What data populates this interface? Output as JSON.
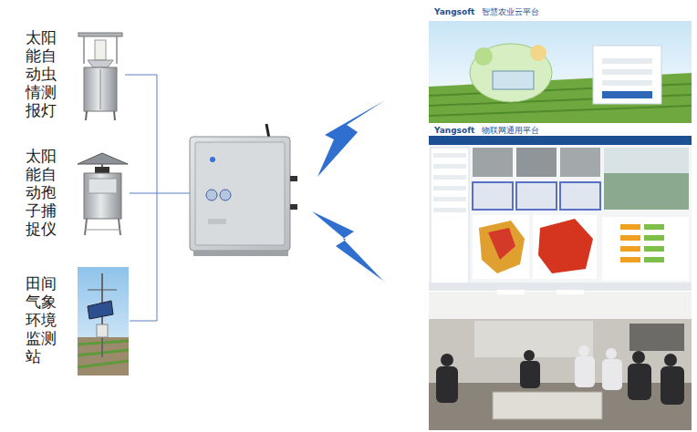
{
  "diagram": {
    "nodes": [
      {
        "text": [
          "太阳能自动虫情测报灯"
        ]
      },
      {
        "text": [
          "太阳能自动孢子捕捉仪"
        ]
      },
      {
        "text": [
          "田间气象环境监测站"
        ]
      }
    ],
    "labels": [
      "Yangsoft",
      "智慧农业云平台",
      "Yangsoft",
      "物联网通用平台"
    ]
  }
}
